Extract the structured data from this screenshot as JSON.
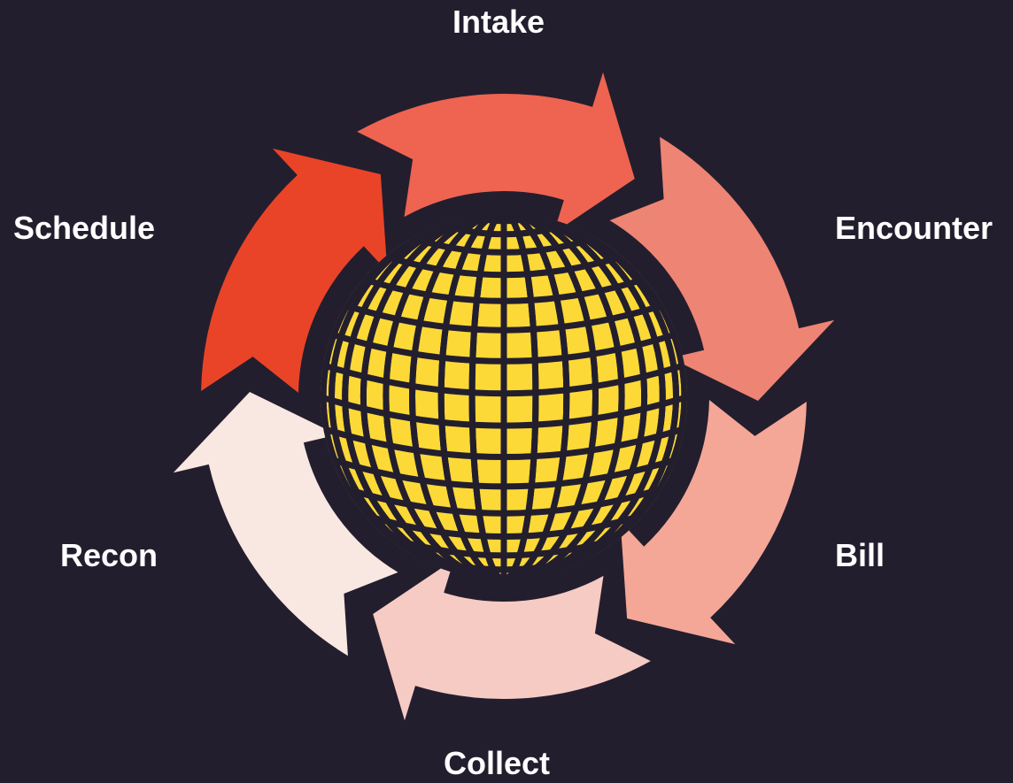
{
  "diagram": {
    "steps": [
      {
        "label": "Intake",
        "color": "#ee6450"
      },
      {
        "label": "Encounter",
        "color": "#ee8474"
      },
      {
        "label": "Bill",
        "color": "#f4a797"
      },
      {
        "label": "Collect",
        "color": "#f6cbc3"
      },
      {
        "label": "Recon",
        "color": "#f9e7e2"
      },
      {
        "label": "Schedule",
        "color": "#e94428"
      }
    ],
    "center_icon": "globe-icon",
    "globe_color": "#fcd936",
    "background": "#231e2e"
  }
}
